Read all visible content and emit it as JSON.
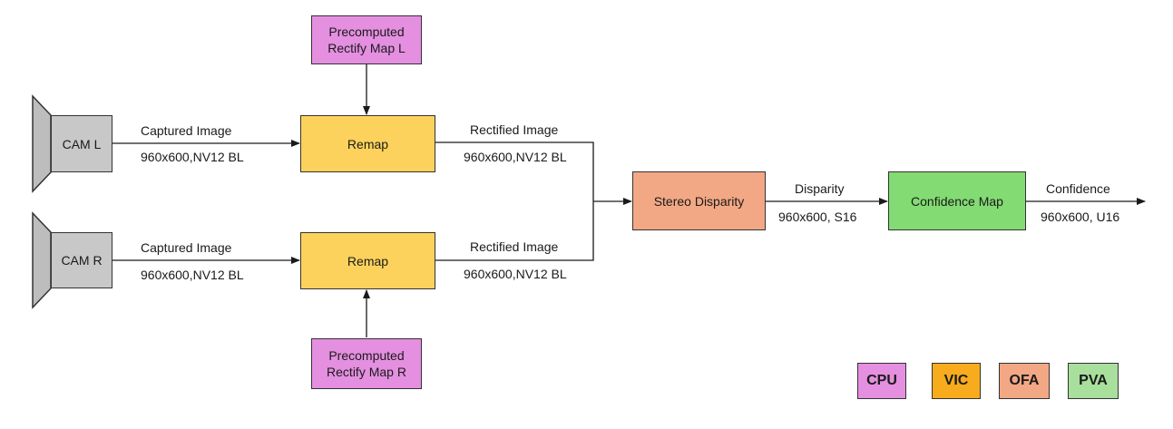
{
  "cameras": {
    "left": "CAM L",
    "right": "CAM R"
  },
  "blocks": {
    "map_left": "Precomputed\nRectify Map L",
    "map_right": "Precomputed\nRectify Map R",
    "remap_top": "Remap",
    "remap_bottom": "Remap",
    "stereo": "Stereo Disparity",
    "confidence_map": "Confidence Map"
  },
  "edges": {
    "captured_top": "Captured Image",
    "captured_top_fmt": "960x600,NV12 BL",
    "captured_bottom": "Captured Image",
    "captured_bottom_fmt": "960x600,NV12 BL",
    "rectified_top": "Rectified Image",
    "rectified_top_fmt": "960x600,NV12 BL",
    "rectified_bottom": "Rectified Image",
    "rectified_bottom_fmt": "960x600,NV12 BL",
    "disparity": "Disparity",
    "disparity_fmt": "960x600, S16",
    "confidence": "Confidence",
    "confidence_fmt": "960x600, U16"
  },
  "legend": {
    "cpu": "CPU",
    "vic": "VIC",
    "ofa": "OFA",
    "pva": "PVA"
  },
  "colors": {
    "cpu": "#e48fe0",
    "vic": "#fdd25c",
    "ofa": "#f2a884",
    "pva": "#83db73",
    "camera": "#c8c8c8",
    "line": "#1a1a1a"
  }
}
